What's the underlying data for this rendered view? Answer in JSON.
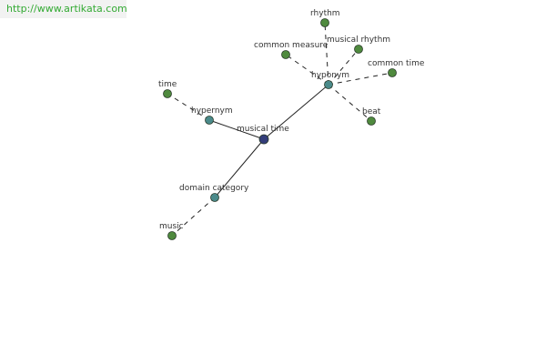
{
  "site_url": "http://www.artikata.com",
  "colors": {
    "center_node": "#333d7a",
    "relation_node": "#4a8a8a",
    "leaf_node": "#4f8a3e",
    "url_text": "#33aa33"
  },
  "graph": {
    "center": {
      "label": "musical time"
    },
    "relations": [
      {
        "label": "hypernym",
        "terms": [
          "time"
        ]
      },
      {
        "label": "hyponym",
        "terms": [
          "rhythm",
          "common measure",
          "musical rhythm",
          "common time",
          "beat"
        ]
      },
      {
        "label": "domain category",
        "terms": [
          "music"
        ]
      }
    ]
  }
}
